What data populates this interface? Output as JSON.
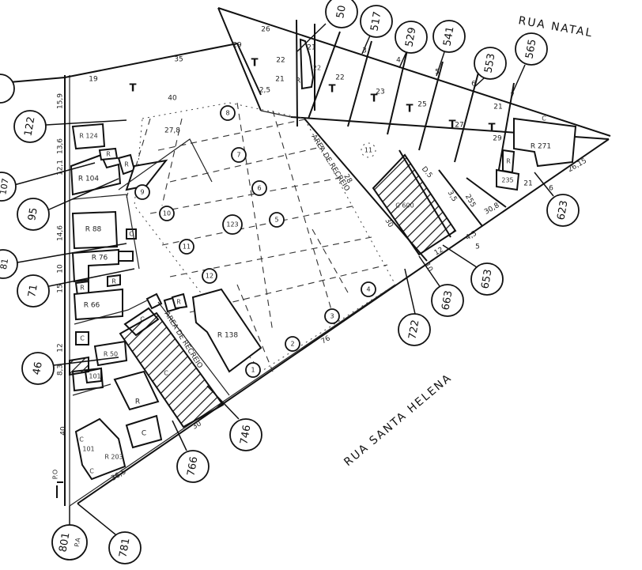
{
  "streets": {
    "natal": "RUA  NATAL",
    "santa_helena": "RUA  SANTA  HELENA"
  },
  "parcels": [
    {
      "id": "p50",
      "label": "50"
    },
    {
      "id": "p517",
      "label": "517"
    },
    {
      "id": "p529",
      "label": "529"
    },
    {
      "id": "p541",
      "label": "541"
    },
    {
      "id": "p553",
      "label": "553"
    },
    {
      "id": "p565",
      "label": "565"
    },
    {
      "id": "p122",
      "label": "122"
    },
    {
      "id": "p107",
      "label": "107"
    },
    {
      "id": "p95",
      "label": "95"
    },
    {
      "id": "p81",
      "label": "81"
    },
    {
      "id": "p71",
      "label": "71"
    },
    {
      "id": "p46",
      "label": "46"
    },
    {
      "id": "p623",
      "label": "623"
    },
    {
      "id": "p653",
      "label": "653"
    },
    {
      "id": "p663",
      "label": "663"
    },
    {
      "id": "p722",
      "label": "722"
    },
    {
      "id": "p746",
      "label": "746"
    },
    {
      "id": "p766",
      "label": "766"
    },
    {
      "id": "p781",
      "label": "781"
    },
    {
      "id": "p801",
      "label": "801",
      "sub": "P.A"
    },
    {
      "id": "p123",
      "label": "123"
    }
  ],
  "lots": [
    "1",
    "2",
    "3",
    "4",
    "5",
    "6",
    "7",
    "8",
    "9",
    "10",
    "11",
    "12"
  ],
  "buildings": [
    "R 124",
    "R 104",
    "R 88",
    "R 76",
    "R 66",
    "R 50",
    "R 138",
    "R 271",
    "R 235",
    "R 255",
    "R 101",
    "R 203",
    "R",
    "C",
    "T"
  ],
  "labels": {
    "area": "AREA  DE  RECREIO",
    "po": "P.O",
    "dims": [
      "26",
      "22",
      "21",
      "3",
      "4",
      "5",
      "6",
      "7",
      "35",
      "19",
      "40",
      "15,9",
      "13,6",
      "12,1",
      "14,6",
      "10",
      "15",
      "12",
      "8,3",
      "40",
      "36,5",
      "30",
      "76",
      "30,8",
      "26,15",
      "12",
      "4,5",
      "21",
      "28",
      "30"
    ]
  }
}
